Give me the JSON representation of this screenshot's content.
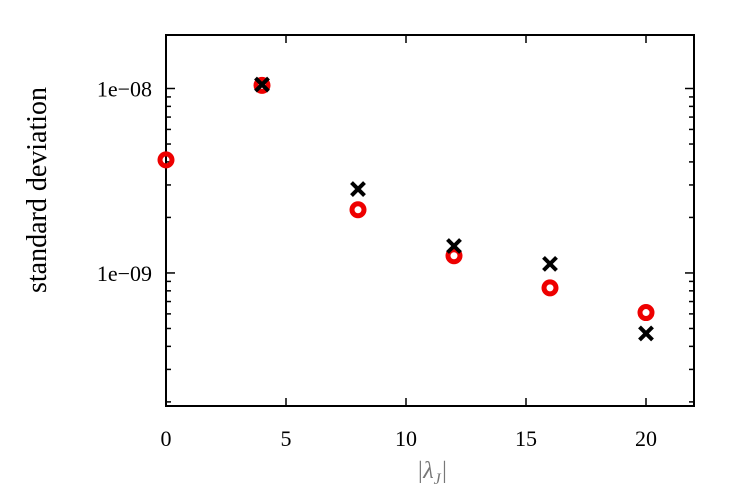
{
  "chart_data": {
    "type": "scatter",
    "xlabel": "|λ_J|",
    "ylabel": "standard deviation",
    "xlim": [
      0,
      22
    ],
    "ylim": [
      1.9e-10,
      1.95e-08
    ],
    "yscale": "log",
    "grid": false,
    "x_ticks": [
      0,
      5,
      10,
      15,
      20
    ],
    "x_tick_labels": [
      "0",
      "5",
      "10",
      "15",
      "20"
    ],
    "y_ticks": [
      1e-09,
      1e-08
    ],
    "y_tick_labels": [
      "1e−09",
      "1e−08"
    ],
    "series": [
      {
        "marker": "circle",
        "color": "#ee0000",
        "points": [
          {
            "x": 0,
            "y": 4.1e-09
          },
          {
            "x": 4,
            "y": 1.04e-08
          },
          {
            "x": 8,
            "y": 2.2e-09
          },
          {
            "x": 12,
            "y": 1.24e-09
          },
          {
            "x": 16,
            "y": 8.3e-10
          },
          {
            "x": 20,
            "y": 6.1e-10
          }
        ]
      },
      {
        "marker": "cross",
        "color": "#000000",
        "points": [
          {
            "x": 4,
            "y": 1.05e-08
          },
          {
            "x": 8,
            "y": 2.85e-09
          },
          {
            "x": 12,
            "y": 1.4e-09
          },
          {
            "x": 16,
            "y": 1.12e-09
          },
          {
            "x": 20,
            "y": 4.7e-10
          }
        ]
      }
    ]
  }
}
